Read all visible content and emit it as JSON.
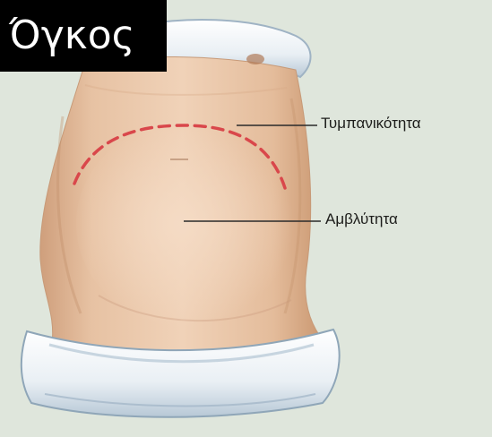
{
  "title": "Όγκος",
  "labels": {
    "tympany": "Τυμπανικότητα",
    "dullness": "Αμβλύτητα"
  },
  "colors": {
    "background": "#dfe6dc",
    "skin": "#e9c7a8",
    "skin_shadow": "#d2a483",
    "towel": "#f3f6f8",
    "towel_shadow": "#a9bccb",
    "dashed_boundary": "#d9474b",
    "leader_line": "#2a2a2a",
    "title_bg": "#000000",
    "title_text": "#ffffff"
  }
}
